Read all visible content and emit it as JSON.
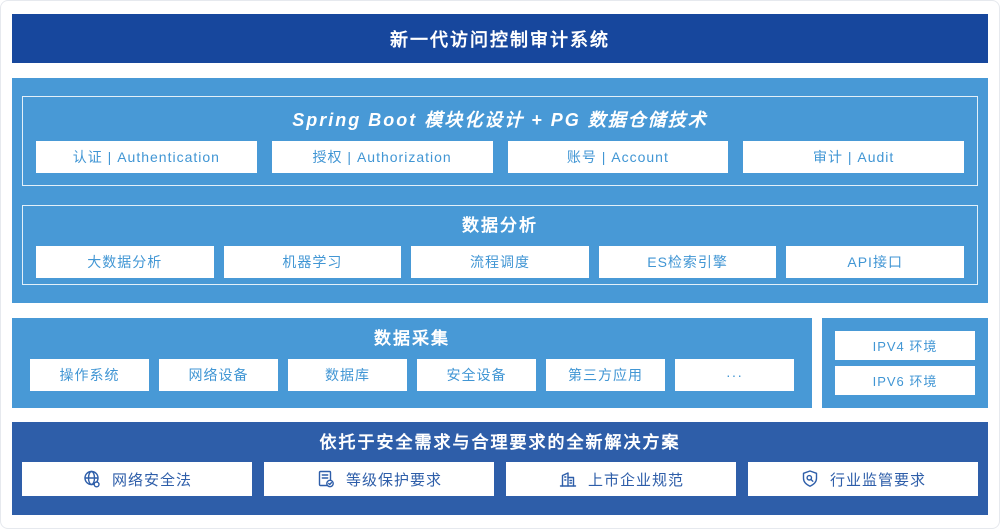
{
  "colors": {
    "banner_navy": "#17479D",
    "section_blue": "#4899D6",
    "solution_blue": "#2E5EA9",
    "module_text_blue": "#4196D4",
    "white": "#ffffff"
  },
  "banner": {
    "title": "新一代访问控制审计系统"
  },
  "platform": {
    "title": "Spring Boot 模块化设计 + PG 数据仓储技术",
    "modules": [
      "认证 | Authentication",
      "授权 | Authorization",
      "账号 | Account",
      "审计 | Audit"
    ]
  },
  "analysis": {
    "title": "数据分析",
    "modules": [
      "大数据分析",
      "机器学习",
      "流程调度",
      "ES检索引擎",
      "API接口"
    ]
  },
  "collection": {
    "title": "数据采集",
    "modules": [
      "操作系统",
      "网络设备",
      "数据库",
      "安全设备",
      "第三方应用",
      "···"
    ]
  },
  "environments": {
    "items": [
      "IPV4 环境",
      "IPV6 环境"
    ]
  },
  "solution": {
    "title": "依托于安全需求与合理要求的全新解决方案",
    "items": [
      {
        "icon": "globe-icon",
        "label": "网络安全法"
      },
      {
        "icon": "document-check-icon",
        "label": "等级保护要求"
      },
      {
        "icon": "building-icon",
        "label": "上市企业规范"
      },
      {
        "icon": "shield-search-icon",
        "label": "行业监管要求"
      }
    ]
  }
}
